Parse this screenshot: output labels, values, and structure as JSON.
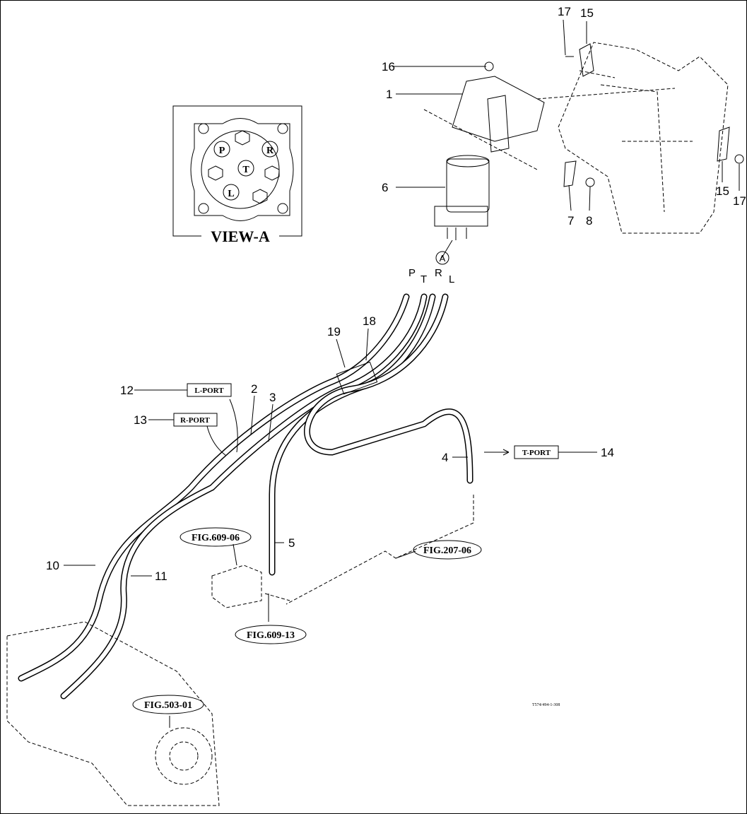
{
  "callouts": {
    "n1": "1",
    "n2": "2",
    "n3": "3",
    "n4": "4",
    "n5": "5",
    "n6": "6",
    "n7": "7",
    "n8": "8",
    "n10": "10",
    "n11": "11",
    "n12": "12",
    "n13": "13",
    "n14": "14",
    "n15a": "15",
    "n15b": "15",
    "n16": "16",
    "n17a": "17",
    "n17b": "17",
    "n18": "18",
    "n19": "19"
  },
  "ports": {
    "l_port": "L-PORT",
    "r_port": "R-PORT",
    "t_port": "T-PORT"
  },
  "figure_refs": {
    "fig609_06": "FIG.609-06",
    "fig207_06": "FIG.207-06",
    "fig609_13": "FIG.609-13",
    "fig503_01": "FIG.503-01"
  },
  "view_a": {
    "title": "VIEW-A",
    "p": "P",
    "r": "R",
    "t": "T",
    "l": "L"
  },
  "hose_ports": {
    "p": "P",
    "t": "T",
    "r": "R",
    "l": "L"
  },
  "view_marker": "A",
  "drawing_code": "T574/494-1-308"
}
